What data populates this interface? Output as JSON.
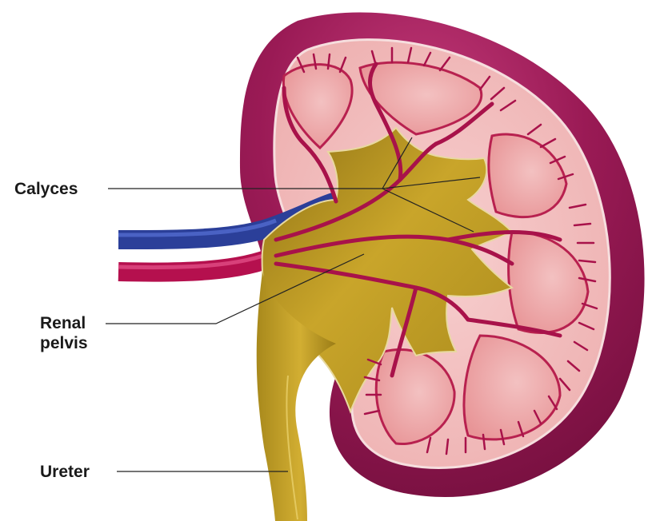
{
  "labels": {
    "calyces": "Calyces",
    "renal_pelvis_line1": "Renal",
    "renal_pelvis_line2": "pelvis",
    "ureter": "Ureter"
  },
  "colors": {
    "capsule": "#8a1449",
    "capsule_highlight": "#b0306a",
    "cortex": "#f2b9b9",
    "pyramid": "#ec9d9e",
    "pelvis": "#c7a326",
    "pelvis_dark": "#8a6e14",
    "vein": "#2b3f99",
    "artery": "#b5104e",
    "vessel_branch": "#9e1042",
    "leader_line": "#222222"
  },
  "icons": {
    "kidney": "kidney-cross-section-illustration"
  }
}
